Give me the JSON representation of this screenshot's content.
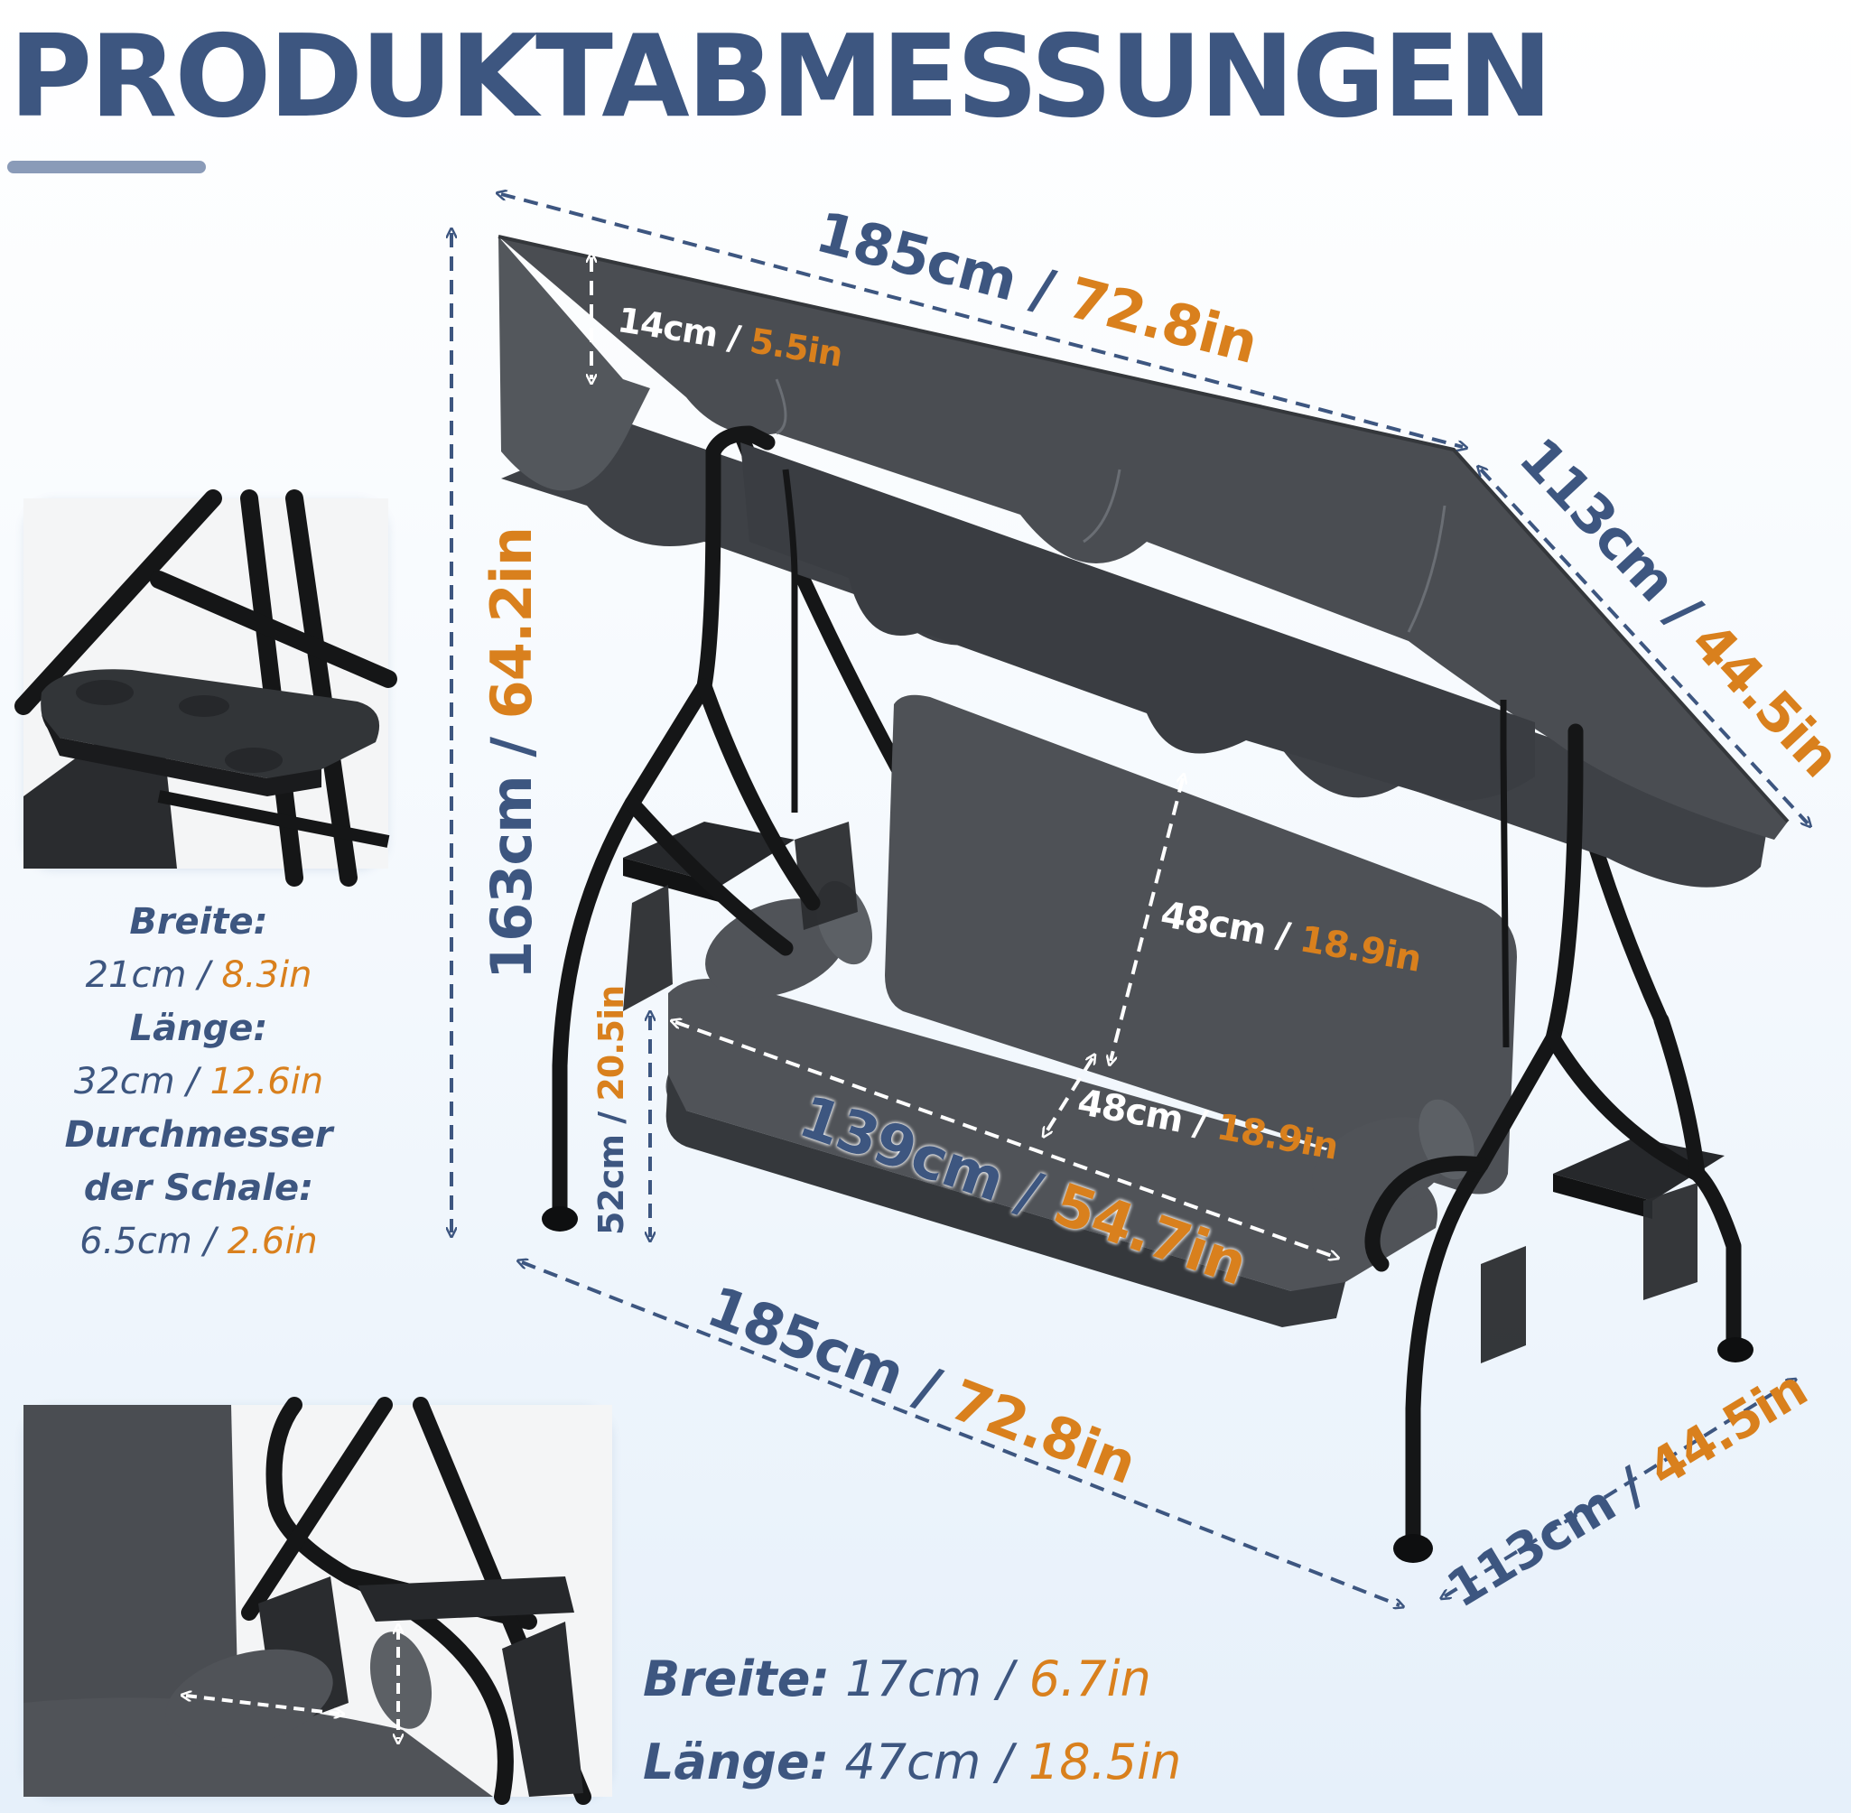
{
  "title": "PRODUKTABMESSUNGEN",
  "colors": {
    "primary": "#3d5680",
    "accent": "#d9801d",
    "fabric": "#4a4d52",
    "frame": "#151617"
  },
  "dimensions": {
    "canopy_width": {
      "cm": "185cm",
      "sep": " / ",
      "in": "72.8in"
    },
    "canopy_depth": {
      "cm": "113cm",
      "sep": " / ",
      "in": "44.5in"
    },
    "canopy_valance": {
      "cm": "14cm",
      "sep": " / ",
      "in": "5.5in"
    },
    "total_height": {
      "cm": "163cm",
      "sep": " / ",
      "in": "64.2in"
    },
    "backrest_height": {
      "cm": "48cm",
      "sep": " / ",
      "in": "18.9in"
    },
    "seat_depth": {
      "cm": "48cm",
      "sep": " / ",
      "in": "18.9in"
    },
    "seat_width": {
      "cm": "139cm",
      "sep": " / ",
      "in": "54.7in"
    },
    "seat_height": {
      "cm": "52cm",
      "sep": " / ",
      "in": "20.5in"
    },
    "base_width": {
      "cm": "185cm",
      "sep": " / ",
      "in": "72.8in"
    },
    "base_depth": {
      "cm": "113cm",
      "sep": " / ",
      "in": "44.5in"
    }
  },
  "tray_spec": {
    "width_label": "Breite:",
    "width_cm": "21cm",
    "width_in": "8.3in",
    "length_label": "Länge:",
    "length_cm": "32cm",
    "length_in": "12.6in",
    "diameter_label_1": "Durchmesser",
    "diameter_label_2": "der Schale:",
    "diameter_cm": "6.5cm",
    "diameter_in": "2.6in"
  },
  "pillow_spec": {
    "width_label": "Breite:",
    "width_cm": "17cm",
    "width_in": "6.7in",
    "length_label": "Länge:",
    "length_cm": "47cm",
    "length_in": "18.5in"
  }
}
